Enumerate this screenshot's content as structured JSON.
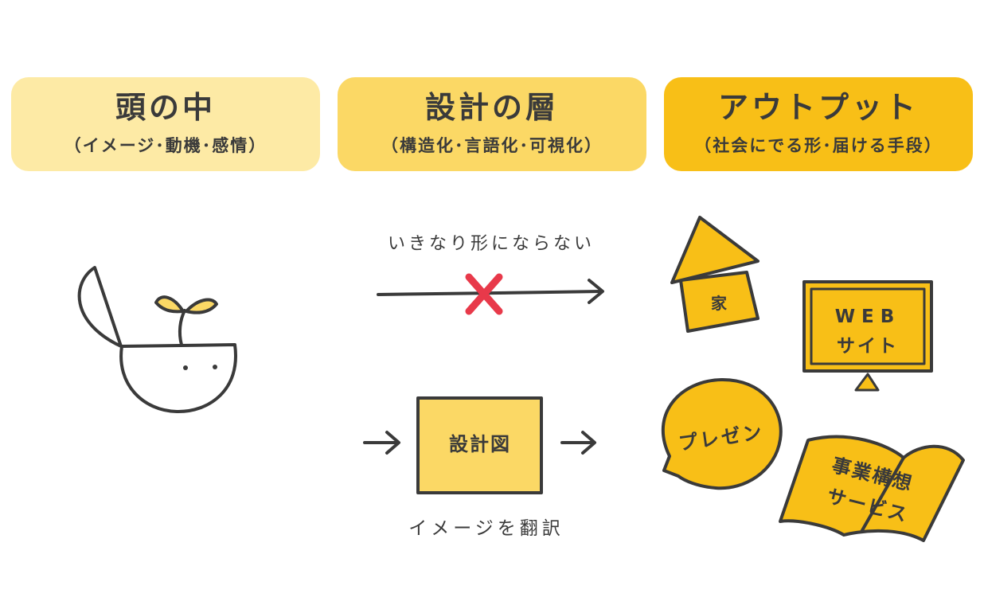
{
  "columns": [
    {
      "title": "頭の中",
      "subtitle": "（イメージ･動機･感情）"
    },
    {
      "title": "設計の層",
      "subtitle": "（構造化･言語化･可視化）"
    },
    {
      "title": "アウトプット",
      "subtitle": "（社会にでる形･届ける手段）"
    }
  ],
  "middle": {
    "top_caption": "いきなり形にならない",
    "box_label": "設計図",
    "bottom_caption": "イメージを翻訳"
  },
  "outputs": {
    "house": "家",
    "website_line1": "WEB",
    "website_line2": "サイト",
    "presentation": "プレゼン",
    "book_line1": "事業構想",
    "book_line2": "サービス"
  },
  "colors": {
    "light": "#fdeaa5",
    "medium": "#fbd865",
    "dark": "#f8bf17",
    "cross": "#e8394a",
    "ink": "#3a3a3a"
  }
}
